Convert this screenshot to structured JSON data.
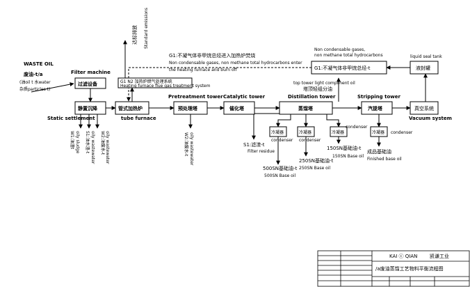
{
  "inputs": {
    "waste_oil": "WASTE OIL",
    "feed_rate": "废油-t/a",
    "feed_composition_1": "(油oil t 水water",
    "feed_composition_2": "杂质particles t)"
  },
  "nodes": {
    "filter_en": "Filter machine",
    "filter_cn": "过滤设备",
    "settle_en": "Static settlement",
    "settle_cn": "静置沉降",
    "furnace_cn": "管式加热炉",
    "furnace_en": "tube furnace",
    "pretreat_en": "Pretreatment tower",
    "pretreat_cn": "预处理塔",
    "catalytic_en": "Catalytic tower",
    "catalytic_cn": "催化塔",
    "distill_en": "Distillation tower",
    "distill_cn": "蒸馏塔",
    "strip_en": "Stripping tower",
    "strip_cn": "汽提塔",
    "vacuum_cn": "真空系统",
    "vacuum_en": "Vacuum system",
    "seal_tank_cn": "液封罐",
    "seal_tank_en": "liquid seal tank",
    "gas_box": "G1:不凝气体非甲烷总烃-t",
    "condenser_cn": "冷凝器",
    "condenser_en": "condenser",
    "flue_cn": "G1 N2 加热炉燃气处理系统",
    "flue_en": "Heating furnace flue gas treatment system"
  },
  "annotations": {
    "gas_top_en_1": "Non condensable gases,",
    "gas_top_en_2": "non methane total hydrocarbons",
    "gas_to_furnace_cn": "G1:不凝气体非甲烷总烃进入加热炉焚烧",
    "gas_to_furnace_en_1": "Non condensable gases, non methane total hydrocarbons enter",
    "gas_to_furnace_en_2": "the heating furnace and burn off",
    "standard_cn": "达标排放",
    "standard_en": "Standard emissions",
    "top_light_en": "top tower light component oil",
    "top_light_cn": "塔顶轻组分油",
    "w1_cn": "W1:油渣t",
    "w1_en": "oily sludge",
    "s1w_cn": "S1:油水渣-t",
    "s1w_en": "oily wastewater",
    "w2_cn": "W2:油废水-t",
    "w2_en": "oily wastewater",
    "s1_cn": "S1:滤渣-t",
    "s1_en": "Filter residue",
    "bo500_cn": "500SN基础油-t",
    "bo500_en": "500SN Base oil",
    "bo250_cn": "250SN基础油-t",
    "bo250_en": "250SN Base oil",
    "bo150_cn": "150SN基础油-t",
    "bo150_en": "150SN Base oil",
    "finished_cn": "成品基础油",
    "finished_en": "Finished base oil"
  },
  "title_block": {
    "company": "KAI ⓒ QIAN",
    "company_cn": "凯谦工业",
    "drawing_title": "/a废油蒸馏工艺物料平衡流程图"
  }
}
